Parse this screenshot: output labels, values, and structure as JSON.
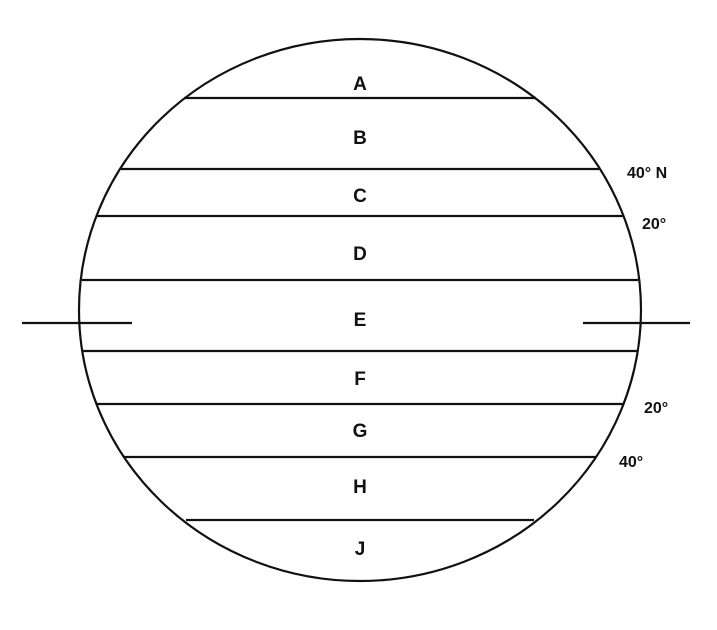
{
  "zones": [
    "A",
    "B",
    "C",
    "D",
    "E",
    "F",
    "G",
    "H",
    "J"
  ],
  "latitude_labels": {
    "north_40": "40° N",
    "north_20": "20°",
    "south_20": "20°",
    "south_40": "40°"
  },
  "colors": {
    "ink": "#111111",
    "background": "#ffffff"
  }
}
